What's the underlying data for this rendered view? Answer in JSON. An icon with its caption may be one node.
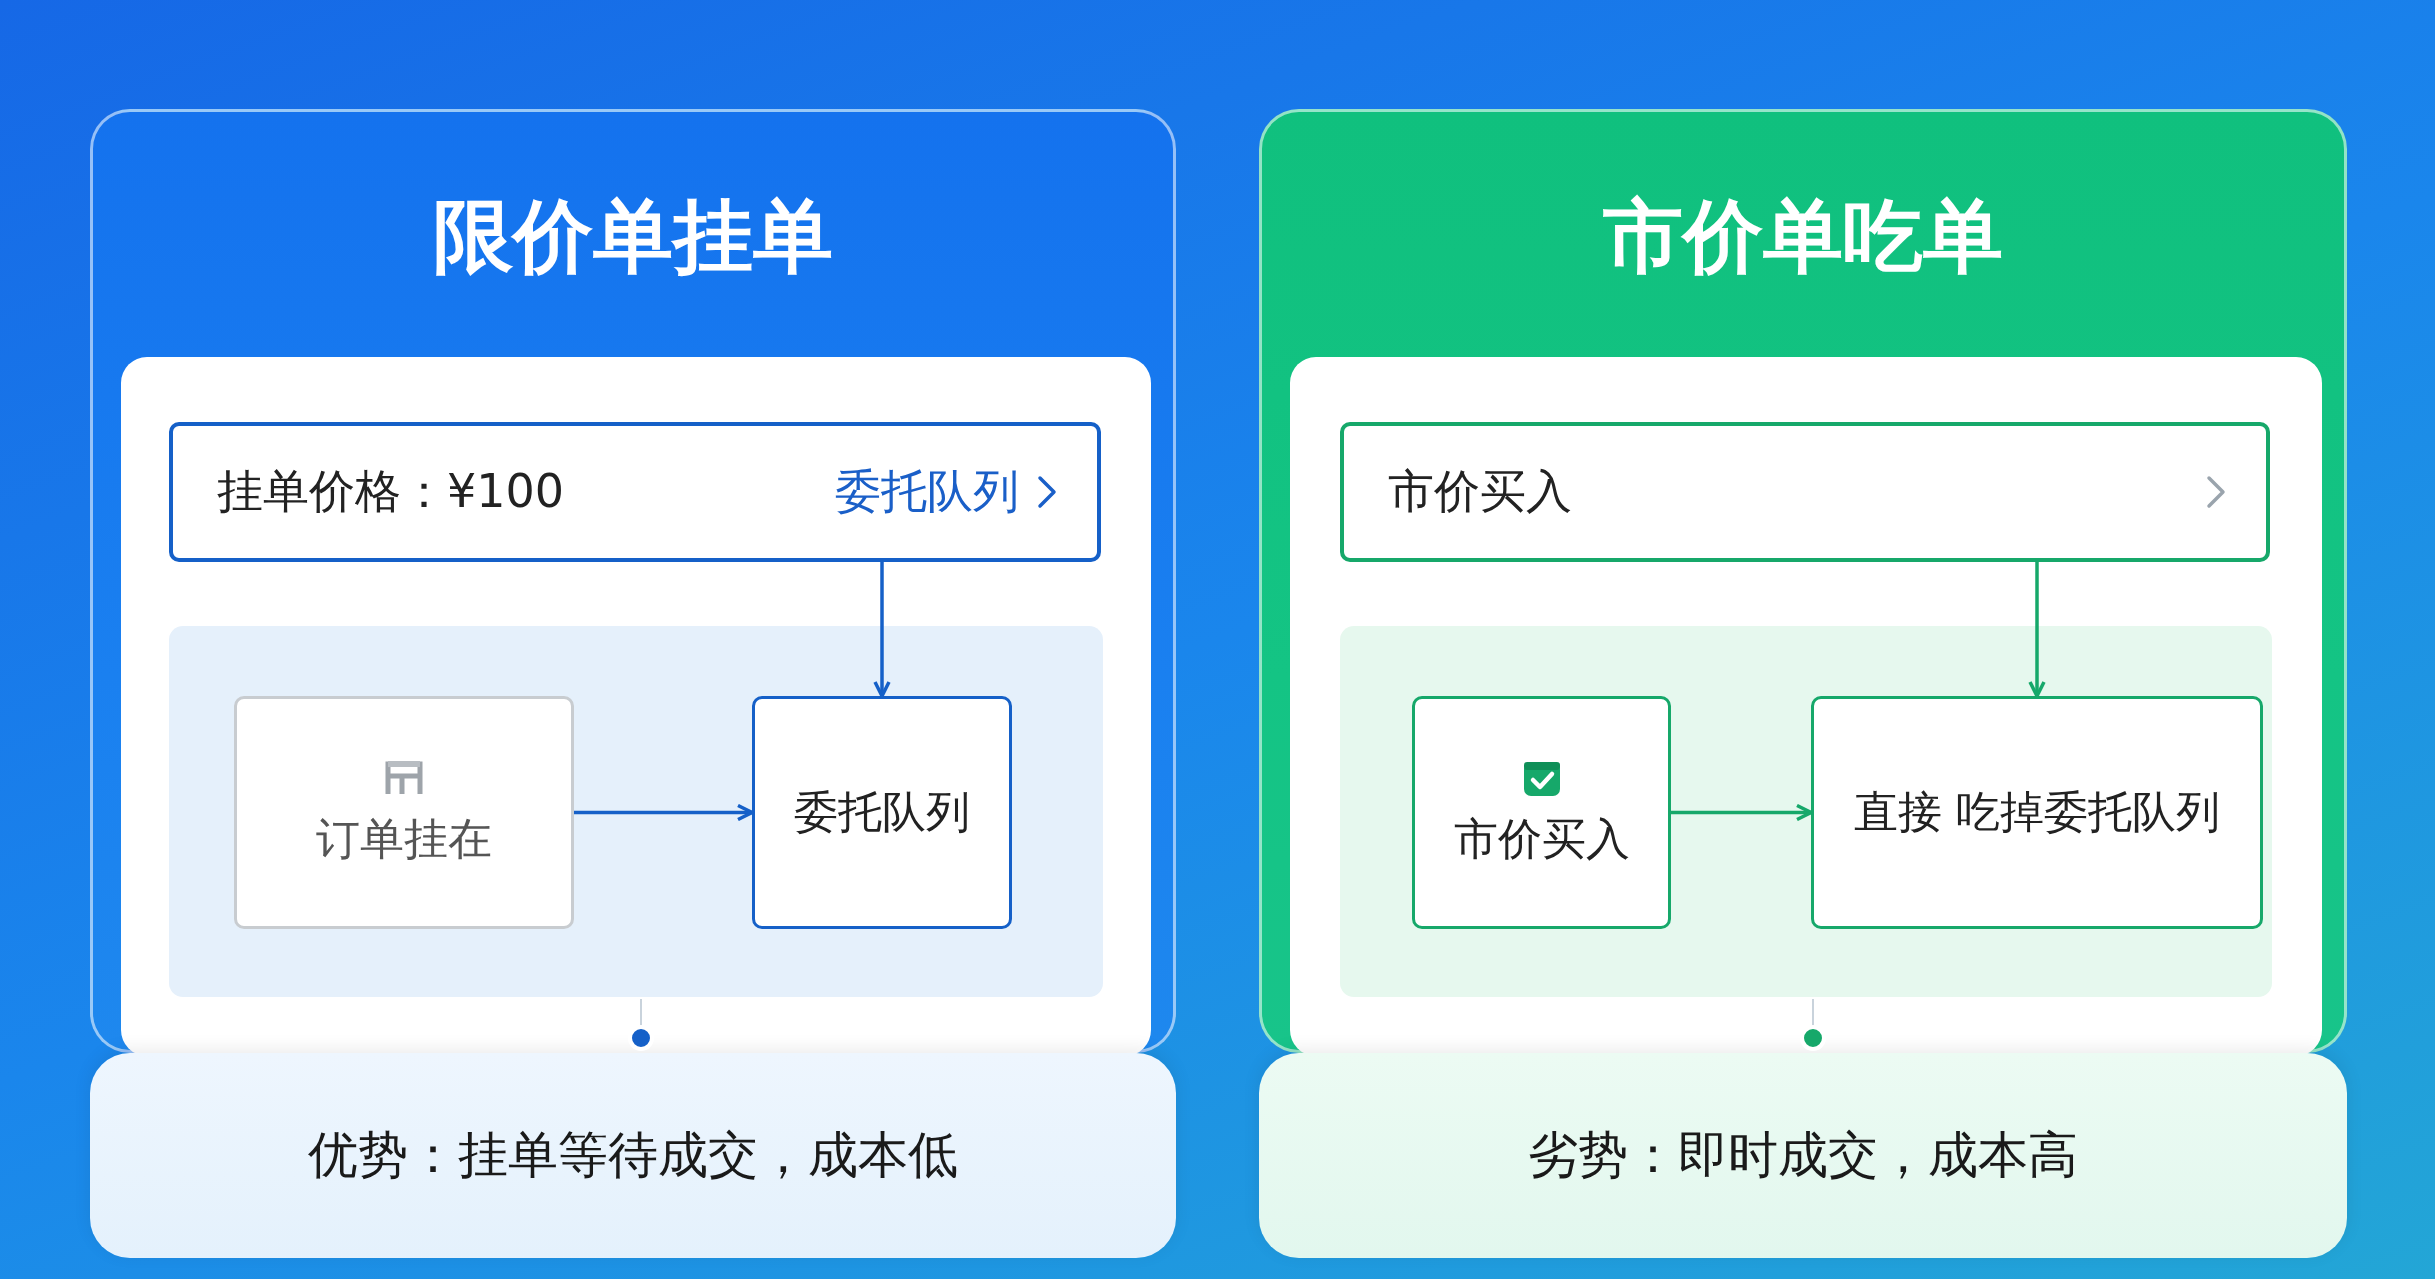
{
  "diagram": {
    "nodes": [
      {
        "text": [
          "限价单挂单"
        ]
      },
      {
        "text": [
          "挂单价格：¥100",
          "委托队列"
        ],
        "in": 0
      },
      {
        "text": [
          "订单挂在"
        ],
        "in": 0
      },
      {
        "text": [
          "委托队列"
        ],
        "in": 0
      },
      {
        "text": [
          "优势：挂单等待成交，成本低"
        ]
      },
      {
        "text": [
          "市价单吃单"
        ]
      },
      {
        "text": [
          "市价买入"
        ],
        "in": 5
      },
      {
        "text": [
          "市价买入"
        ],
        "in": 5
      },
      {
        "text": [
          "直接 吃掉委托队列"
        ],
        "in": 5
      },
      {
        "text": [
          "劣势：即时成交，成本高"
        ]
      }
    ],
    "edges": [
      {
        "from": 1,
        "to": 3,
        "arrow": "to",
        "color": "#1560c8"
      },
      {
        "from": 2,
        "to": 3,
        "arrow": "to",
        "color": "#1560c8"
      },
      {
        "from": 6,
        "to": 8,
        "arrow": "to",
        "color": "#16a86a"
      },
      {
        "from": 7,
        "to": 8,
        "arrow": "to",
        "color": "#16a86a"
      }
    ]
  }
}
